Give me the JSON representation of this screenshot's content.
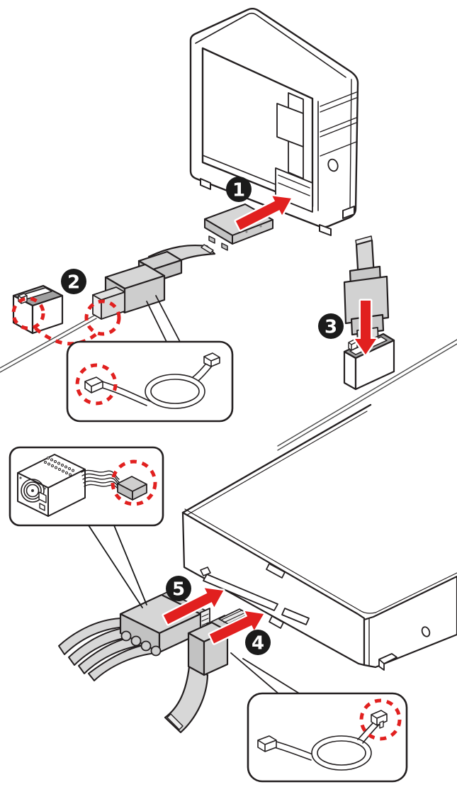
{
  "steps": [
    {
      "number": "1"
    },
    {
      "number": "2"
    },
    {
      "number": "3"
    },
    {
      "number": "4"
    },
    {
      "number": "5"
    }
  ],
  "colors": {
    "highlight_red": "#e1201f",
    "badge_black": "#1b1b1b",
    "badge_text": "#ffffff",
    "outline": "#231f20",
    "fill_light": "#d7d7d7",
    "fill_mid": "#c3c3c3",
    "fill_dark": "#a0a0a0",
    "background": "#ffffff"
  }
}
